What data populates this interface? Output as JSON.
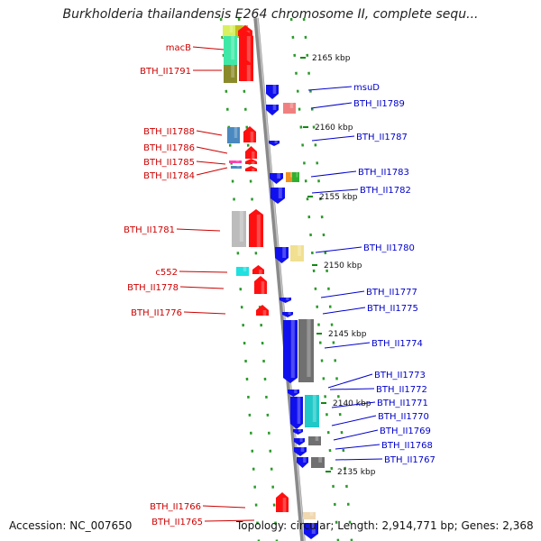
{
  "title": "Burkholderia thailandensis E264 chromosome II, complete sequ...",
  "footer": {
    "accession": "Accession: NC_007650",
    "topology": "Topology: circular; Length: 2,914,771 bp; Genes: 2,368"
  },
  "colors": {
    "left_label": "#cc0000",
    "right_label": "#0000cc",
    "kbp_tick": "#118811",
    "backbone": "#8a8a8a"
  },
  "kbp_marks": [
    "2165 kbp",
    "2160 kbp",
    "2155 kbp",
    "2150 kbp",
    "2145 kbp",
    "2140 kbp",
    "2135 kbp"
  ],
  "left_labels": [
    "macB",
    "BTH_II1791",
    "BTH_II1788",
    "BTH_II1786",
    "BTH_II1785",
    "BTH_II1784",
    "BTH_II1781",
    "c552",
    "BTH_II1778",
    "BTH_II1776",
    "BTH_II1766",
    "BTH_II1765"
  ],
  "right_labels": [
    "msuD",
    "BTH_II1789",
    "BTH_II1787",
    "BTH_II1783",
    "BTH_II1782",
    "BTH_II1780",
    "BTH_II1777",
    "BTH_II1775",
    "BTH_II1774",
    "BTH_II1773",
    "BTH_II1772",
    "BTH_II1771",
    "BTH_II1770",
    "BTH_II1769",
    "BTH_II1768",
    "BTH_II1767"
  ]
}
